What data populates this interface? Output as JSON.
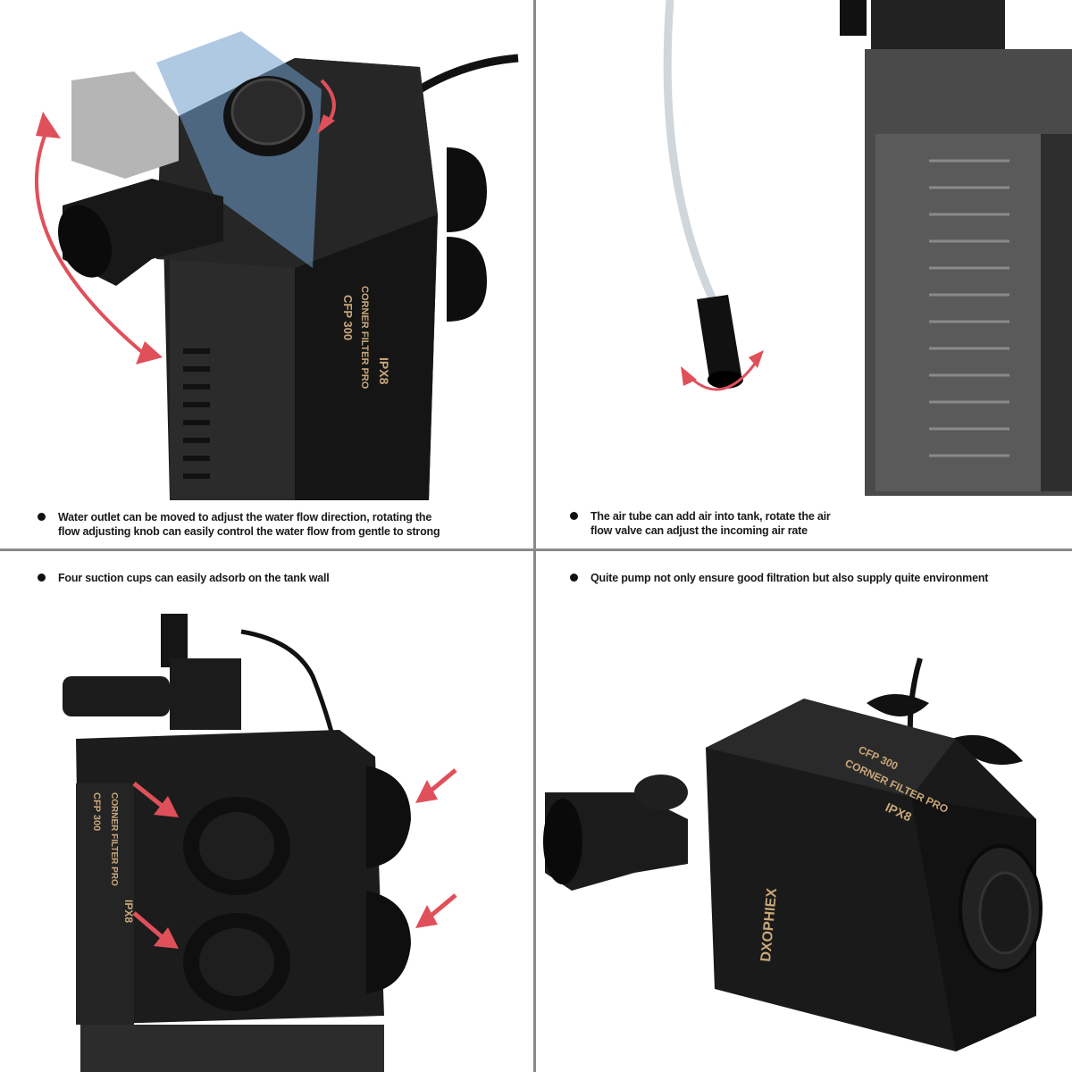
{
  "captions": {
    "outlet": "Water outlet can be moved to adjust the water flow direction, rotating the\nflow adjusting knob can easily control the water flow from gentle to strong",
    "air_tube": "The air tube can add air into tank, rotate the air\nflow valve can adjust the incoming air rate",
    "suction": "Four suction cups can easily adsorb on the tank wall",
    "quiet": "Quite pump not only ensure good filtration but also supply quite environment"
  },
  "product_labels": {
    "model": "CFP 300",
    "line": "CORNER FILTER PRO",
    "rating": "IPX8",
    "brand": "DXOPHIEX"
  },
  "colors": {
    "arrow_red": "#e0505a",
    "body_black": "#1c1c1c",
    "label_gold": "#c9a77a"
  }
}
